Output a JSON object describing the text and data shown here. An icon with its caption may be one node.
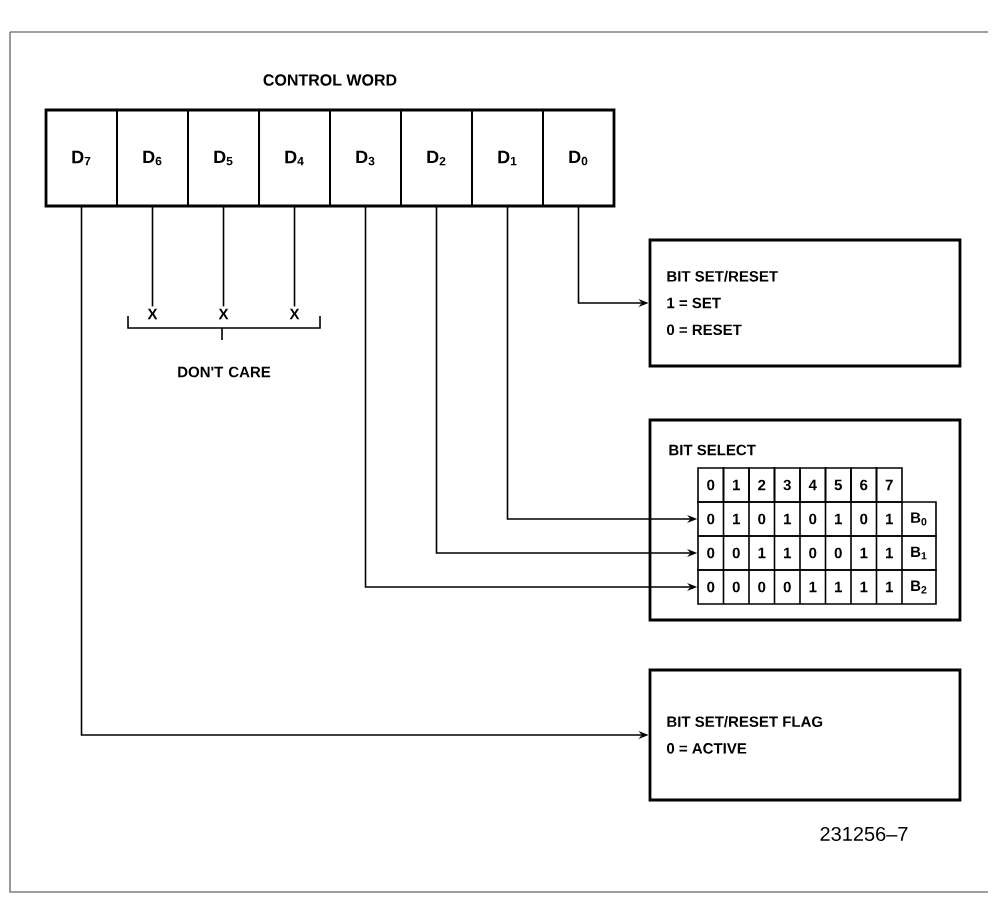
{
  "diagram": {
    "nodes": [
      {
        "text": [
          "CONTROL WORD"
        ]
      },
      {
        "text": [
          "D$_{7}$"
        ],
        "in": 0
      },
      {
        "text": [
          "D$_{6}$"
        ],
        "in": 0
      },
      {
        "text": [
          "D$_{5}$"
        ],
        "in": 0
      },
      {
        "text": [
          "D$_{4}$"
        ],
        "in": 0
      },
      {
        "text": [
          "D$_{3}$"
        ],
        "in": 0
      },
      {
        "text": [
          "D$_{2}$"
        ],
        "in": 0
      },
      {
        "text": [
          "D$_{1}$"
        ],
        "in": 0
      },
      {
        "text": [
          "D$_{0}$"
        ],
        "in": 0
      },
      {
        "text": [
          "X"
        ]
      },
      {
        "text": [
          "X"
        ]
      },
      {
        "text": [
          "X"
        ]
      },
      {
        "text": [
          "BIT SET/RESET",
          "1 = SET",
          "0 = RESET"
        ]
      },
      {
        "text": [
          "BIT SELECT"
        ]
      },
      {
        "text": [
          "0",
          "1",
          "0",
          "1",
          "0",
          "1",
          "0",
          "1",
          "B$_{0}$"
        ],
        "in": 13
      },
      {
        "text": [
          "0",
          "0",
          "1",
          "1",
          "0",
          "0",
          "1",
          "1",
          "B$_{1}$"
        ],
        "in": 13
      },
      {
        "text": [
          "0",
          "0",
          "0",
          "0",
          "1",
          "1",
          "1",
          "1",
          "B$_{2}$"
        ],
        "in": 13
      },
      {
        "text": [
          "BIT SET/RESET FLAG",
          "0 = ACTIVE"
        ]
      }
    ],
    "edges": [
      {
        "from": 2,
        "to": 9,
        "arrow": "none"
      },
      {
        "from": 3,
        "to": 10,
        "arrow": "none"
      },
      {
        "from": 4,
        "to": 11,
        "arrow": "none"
      },
      {
        "from": 8,
        "to": 12,
        "arrow": "to"
      },
      {
        "from": 7,
        "to": 14,
        "arrow": "to"
      },
      {
        "from": 6,
        "to": 15,
        "arrow": "to"
      },
      {
        "from": 5,
        "to": 16,
        "arrow": "to"
      },
      {
        "from": 1,
        "to": 17,
        "arrow": "to"
      }
    ],
    "labels": [
      "DON'T CARE",
      "0",
      "1",
      "2",
      "3",
      "4",
      "5",
      "6",
      "7",
      "231256–7"
    ]
  }
}
